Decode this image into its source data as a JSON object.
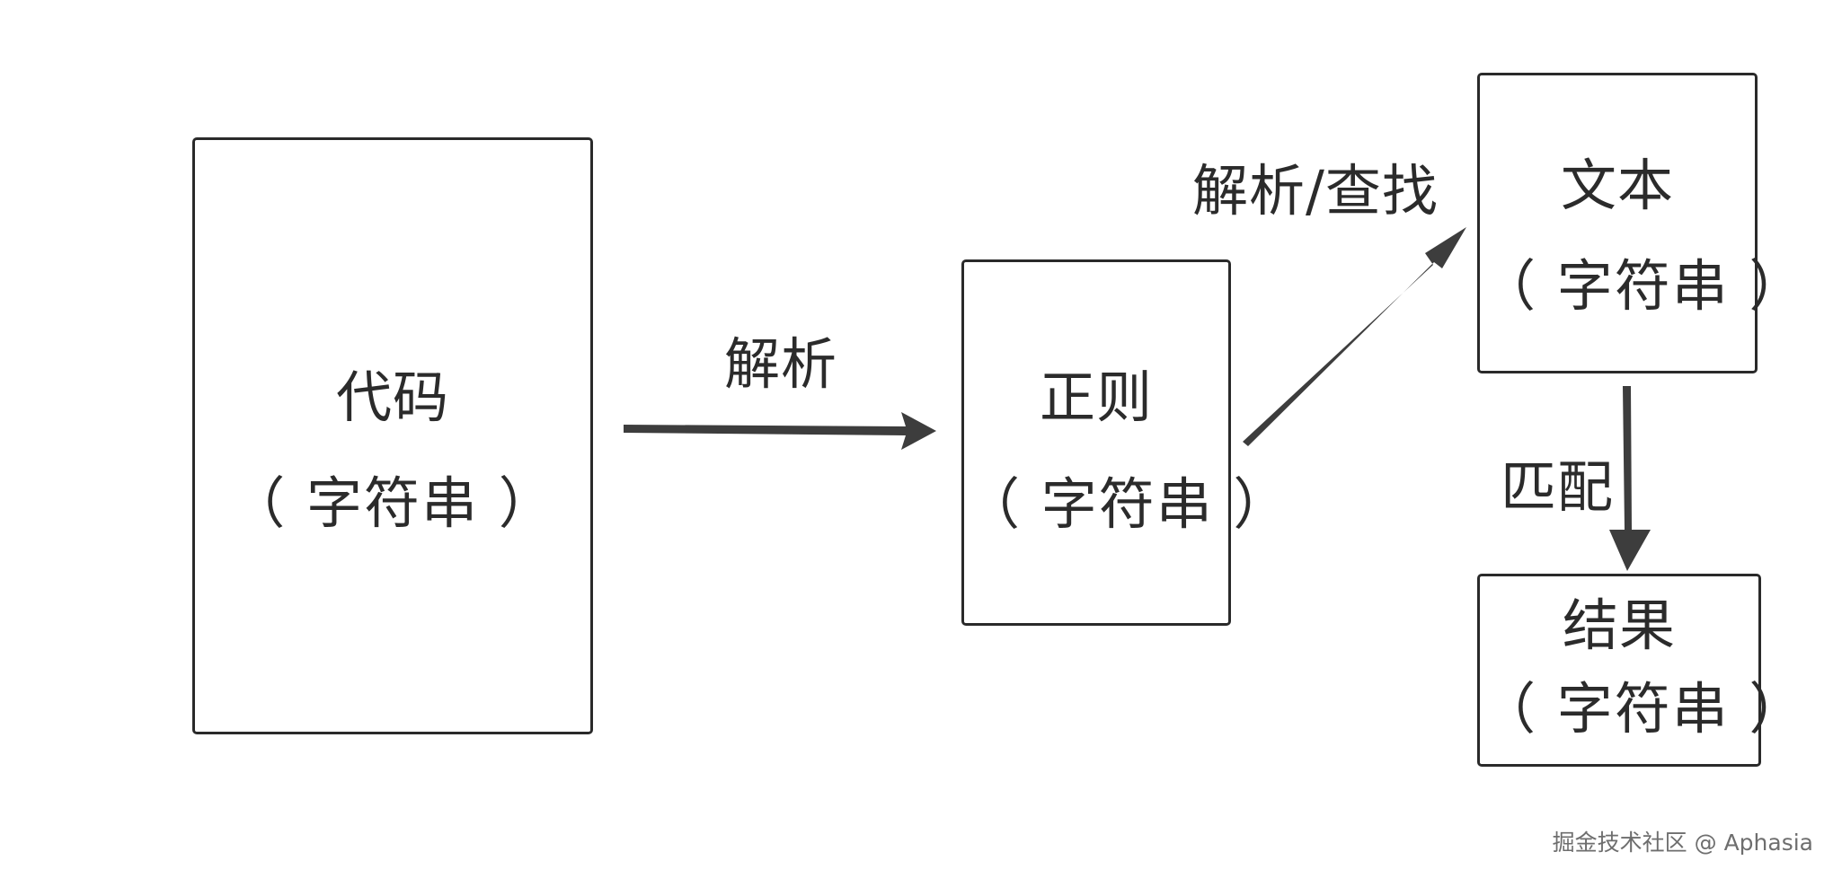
{
  "diagram": {
    "nodes": {
      "code": {
        "title": "代码",
        "subtitle": "（ 字符串 ）"
      },
      "regex": {
        "title": "正则",
        "subtitle": "（ 字符串 ）"
      },
      "text": {
        "title": "文本",
        "subtitle": "（ 字符串 ）"
      },
      "result": {
        "title": "结果",
        "subtitle": "（ 字符串 ）"
      }
    },
    "edges": {
      "code_to_regex": {
        "label": "解析"
      },
      "regex_to_text": {
        "label": "解析/查找"
      },
      "text_to_result": {
        "label": "匹配"
      }
    }
  },
  "colors": {
    "stroke": "#2a2a2a",
    "arrow": "#3d3d3d",
    "text": "#2b2b2b",
    "watermark": "#6e6e6e",
    "background": "#ffffff"
  },
  "watermark": "掘金技术社区 @ Aphasia"
}
